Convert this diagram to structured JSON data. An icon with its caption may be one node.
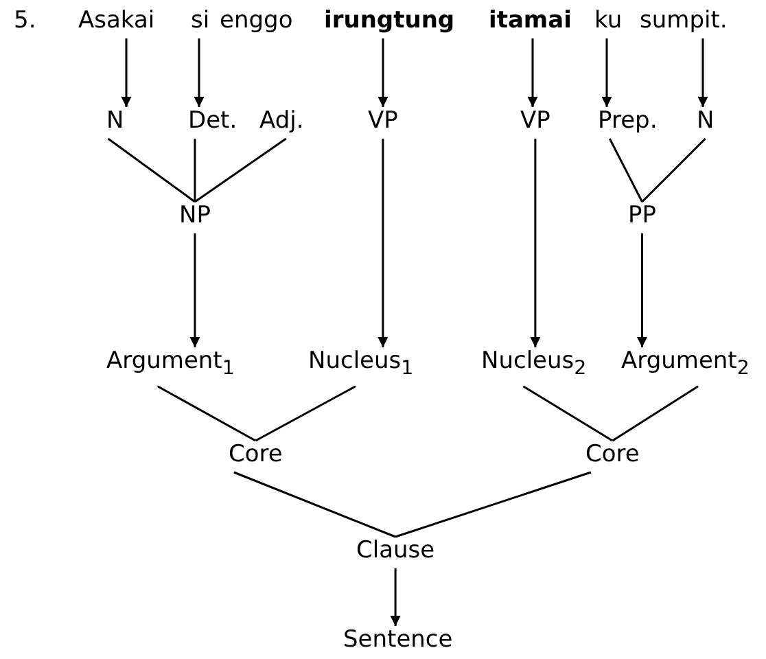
{
  "diagram": {
    "nodes": [
      {
        "text": [
          "Asakai"
        ]
      },
      {
        "text": [
          "si"
        ]
      },
      {
        "text": [
          "irungtung"
        ]
      },
      {
        "text": [
          "itamai"
        ]
      },
      {
        "text": [
          "ku"
        ]
      },
      {
        "text": [
          "sumpit."
        ]
      },
      {
        "text": [
          "N"
        ]
      },
      {
        "text": [
          "Det."
        ]
      },
      {
        "text": [
          "Adj."
        ]
      },
      {
        "text": [
          "VP"
        ]
      },
      {
        "text": [
          "VP"
        ]
      },
      {
        "text": [
          "Prep."
        ]
      },
      {
        "text": [
          "N"
        ]
      },
      {
        "text": [
          "NP"
        ]
      },
      {
        "text": [
          "PP"
        ]
      },
      {
        "text": [
          "Argument$_{1}$"
        ]
      },
      {
        "text": [
          "Nucleus$_{1}$"
        ]
      },
      {
        "text": [
          "Nucleus$_{2}$"
        ]
      },
      {
        "text": [
          "Argument$_{2}$"
        ]
      },
      {
        "text": [
          "Core"
        ]
      },
      {
        "text": [
          "Core"
        ]
      },
      {
        "text": [
          "Clause"
        ]
      },
      {
        "text": [
          "Sentence"
        ]
      }
    ],
    "edges": [
      {
        "from": 0,
        "to": 6,
        "arrow": "to"
      },
      {
        "from": 1,
        "to": 7,
        "arrow": "to"
      },
      {
        "from": 2,
        "to": 9,
        "arrow": "to"
      },
      {
        "from": 3,
        "to": 10,
        "arrow": "to"
      },
      {
        "from": 4,
        "to": 11,
        "arrow": "to"
      },
      {
        "from": 5,
        "to": 12,
        "arrow": "to"
      },
      {
        "from": 6,
        "to": 13,
        "arrow": "none"
      },
      {
        "from": 7,
        "to": 13,
        "arrow": "none"
      },
      {
        "from": 8,
        "to": 13,
        "arrow": "none"
      },
      {
        "from": 11,
        "to": 14,
        "arrow": "none"
      },
      {
        "from": 12,
        "to": 14,
        "arrow": "none"
      },
      {
        "from": 13,
        "to": 15,
        "arrow": "to"
      },
      {
        "from": 9,
        "to": 16,
        "arrow": "to"
      },
      {
        "from": 10,
        "to": 17,
        "arrow": "to"
      },
      {
        "from": 14,
        "to": 18,
        "arrow": "to"
      },
      {
        "from": 15,
        "to": 19,
        "arrow": "none"
      },
      {
        "from": 16,
        "to": 19,
        "arrow": "none"
      },
      {
        "from": 17,
        "to": 20,
        "arrow": "none"
      },
      {
        "from": 18,
        "to": 20,
        "arrow": "none"
      },
      {
        "from": 19,
        "to": 21,
        "arrow": "none"
      },
      {
        "from": 20,
        "to": 21,
        "arrow": "none"
      },
      {
        "from": 21,
        "to": 22,
        "arrow": "to"
      }
    ],
    "labels": [
      "5.",
      "enggo"
    ]
  }
}
